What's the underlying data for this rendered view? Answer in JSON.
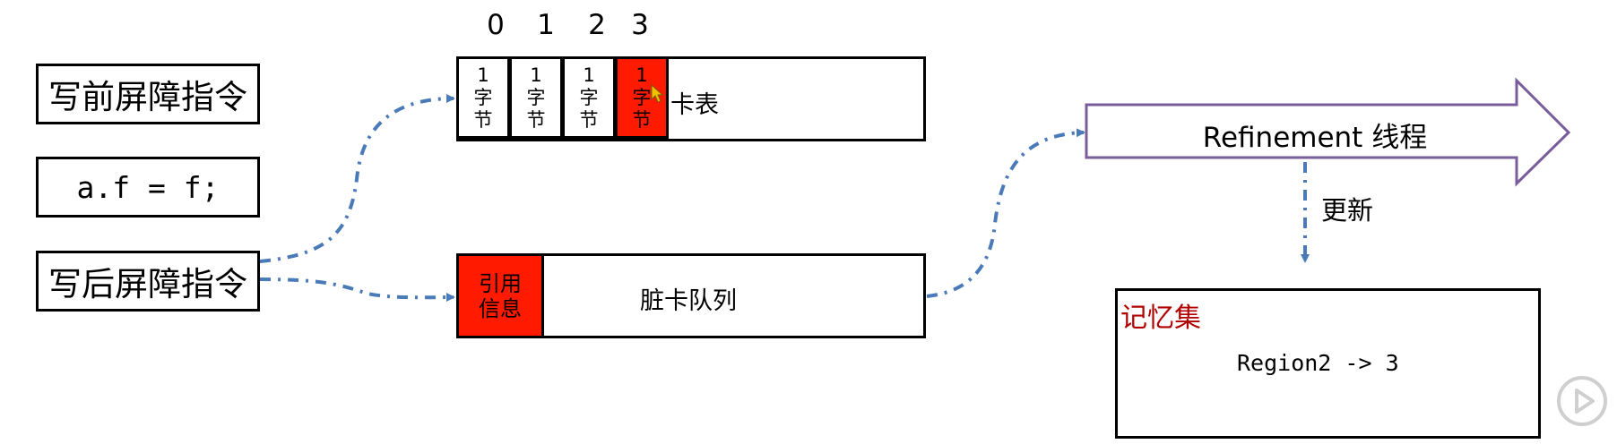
{
  "instructions": {
    "pre_barrier": "写前屏障指令",
    "assign": "a.f = f;",
    "post_barrier": "写后屏障指令"
  },
  "card_table": {
    "indices": [
      "0",
      "1",
      "2",
      "3"
    ],
    "cells": [
      {
        "lines": [
          "1",
          "字",
          "节"
        ],
        "highlighted": false
      },
      {
        "lines": [
          "1",
          "字",
          "节"
        ],
        "highlighted": false
      },
      {
        "lines": [
          "1",
          "字",
          "节"
        ],
        "highlighted": false
      },
      {
        "lines": [
          "1",
          "字",
          "节"
        ],
        "highlighted": true
      }
    ],
    "label": "卡表"
  },
  "dirty_queue": {
    "ref_info_line1": "引用",
    "ref_info_line2": "信息",
    "label": "脏卡队列"
  },
  "refinement": {
    "label": "Refinement 线程",
    "update_label": "更新"
  },
  "remembered_set": {
    "title": "记忆集",
    "entry": "Region2 -> 3"
  },
  "colors": {
    "highlight": "#ff1a00",
    "arrow_outline": "#7a5c9a",
    "dashed_arrow": "#4a7ab8",
    "remembered_title": "#b00000"
  }
}
